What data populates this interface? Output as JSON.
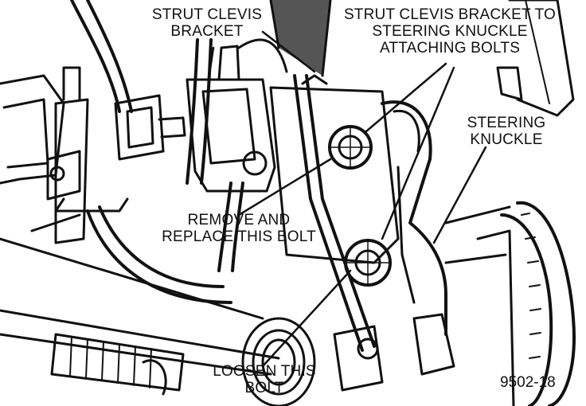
{
  "diagram": {
    "labels": {
      "strut_clevis_bracket": [
        "STRUT CLEVIS",
        "BRACKET"
      ],
      "attaching_bolts": [
        "STRUT CLEVIS BRACKET TO",
        "STEERING KNUCKLE",
        "ATTACHING BOLTS"
      ],
      "steering_knuckle": [
        "STEERING",
        "KNUCKLE"
      ],
      "remove_replace": [
        "REMOVE AND",
        "REPLACE THIS BOLT"
      ],
      "loosen_bolt": [
        "LOOSEN THIS",
        "BOLT"
      ]
    },
    "figure_number": "9502-18",
    "colors": {
      "ink": "#111111",
      "paper": "#ffffff"
    }
  }
}
